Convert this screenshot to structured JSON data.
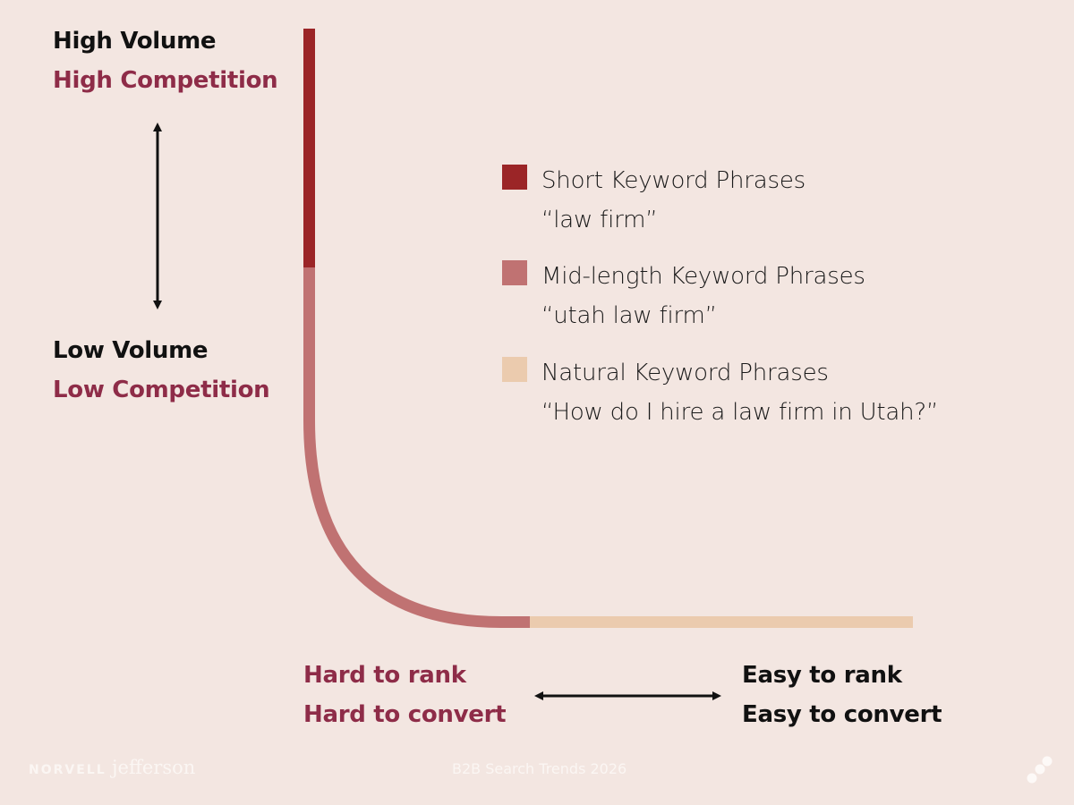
{
  "y_axis": {
    "top_line1": "High Volume",
    "top_line2": "High Competition",
    "bottom_line1": "Low Volume",
    "bottom_line2": "Low Competition"
  },
  "x_axis": {
    "left_line1": "Hard to rank",
    "left_line2": "Hard to convert",
    "right_line1": "Easy to rank",
    "right_line2": "Easy to convert"
  },
  "legend": [
    {
      "label": "Short Keyword Phrases",
      "example": "“law firm”",
      "color": "#9b2527"
    },
    {
      "label": "Mid-length Keyword Phrases",
      "example": "“utah law firm”",
      "color": "#c07272"
    },
    {
      "label": "Natural Keyword Phrases",
      "example": "“How do I hire a law firm in Utah?”",
      "color": "#ebcbae"
    }
  ],
  "footer": {
    "brand_part1": "NORVELL",
    "brand_part2": "jefferson",
    "title": "B2B Search Trends 2026"
  },
  "colors": {
    "background": "#f3e6e1",
    "short": "#9b2527",
    "mid": "#c07272",
    "natural": "#ebcbae",
    "maroon_text": "#8e2c48"
  },
  "chart_data": {
    "type": "line",
    "title": "Long-tail keyword curve",
    "xlabel": "Hard to rank / Hard to convert → Easy to rank / Easy to convert",
    "ylabel": "Low Volume / Low Competition → High Volume / High Competition",
    "series": [
      {
        "name": "Short Keyword Phrases",
        "example": "law firm",
        "segment": "vertical top"
      },
      {
        "name": "Mid-length Keyword Phrases",
        "example": "utah law firm",
        "segment": "curve/elbow"
      },
      {
        "name": "Natural Keyword Phrases",
        "example": "How do I hire a law firm in Utah?",
        "segment": "horizontal tail"
      }
    ],
    "grid": false,
    "legend_position": "right"
  }
}
